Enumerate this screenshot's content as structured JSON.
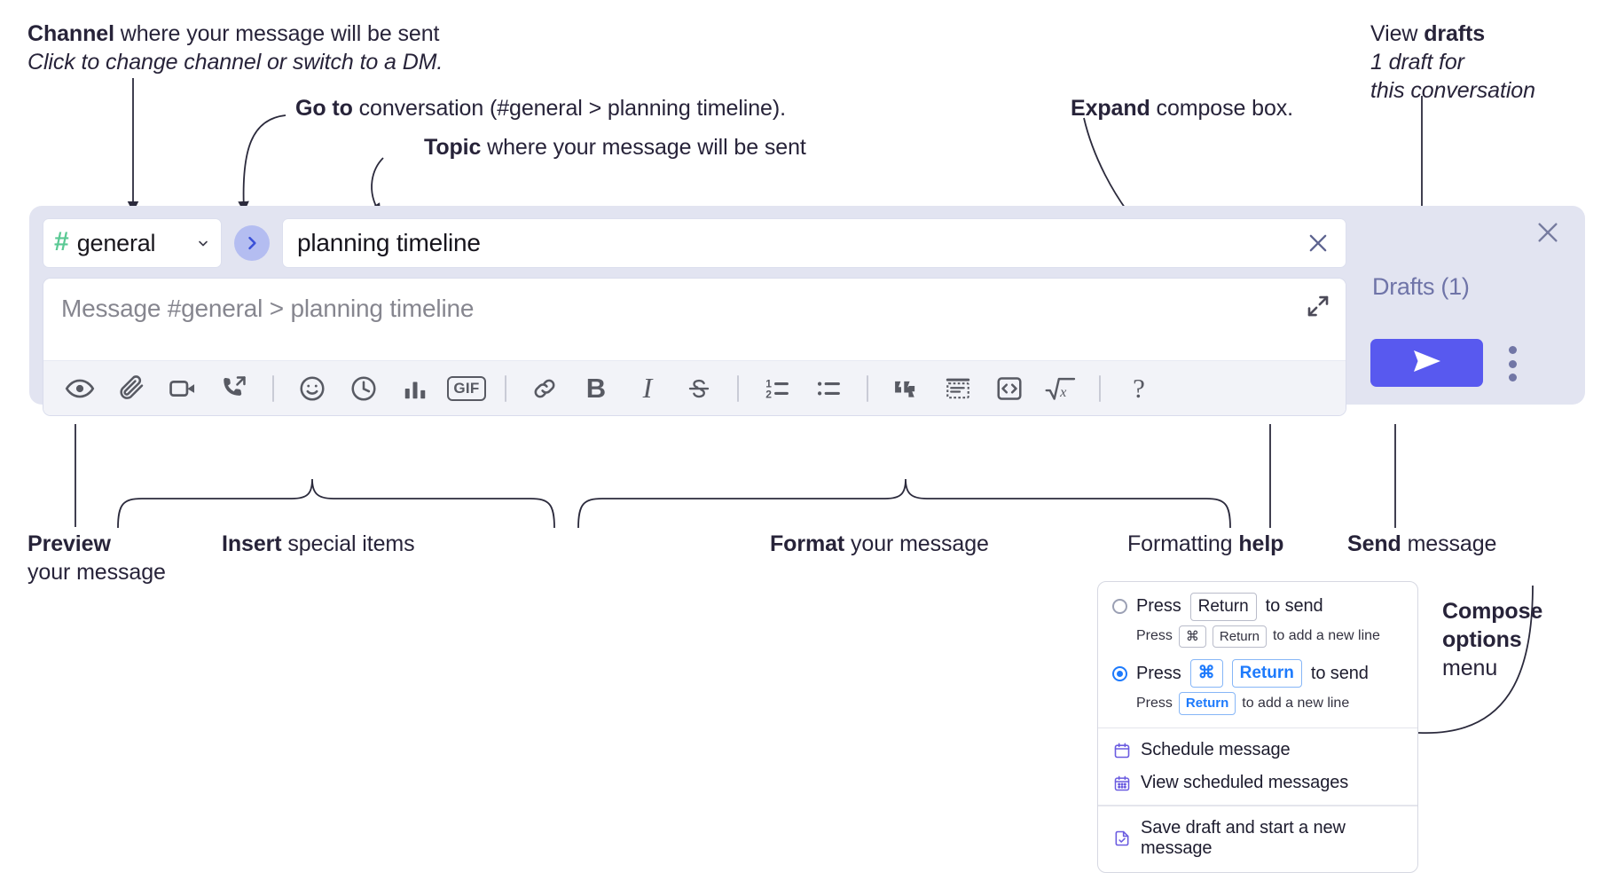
{
  "annotations": {
    "channel": {
      "line1_bold": "Channel",
      "line1_rest": " where your message will be sent",
      "line2_italic": "Click to change channel or switch to a DM."
    },
    "goto": {
      "bold": "Go to",
      "rest": " conversation (#general > planning timeline)."
    },
    "topic": {
      "bold": "Topic",
      "rest": " where your message will be sent"
    },
    "expand": {
      "bold": "Expand",
      "rest": " compose box."
    },
    "drafts": {
      "line1_plain": "View ",
      "line1_bold": "drafts",
      "line2_italic": "1 draft for",
      "line3_italic": "this conversation"
    },
    "preview": {
      "line1_bold": "Preview",
      "line2": "your message"
    },
    "insert": {
      "bold": "Insert",
      "rest": " special items"
    },
    "format": {
      "bold": "Format",
      "rest": " your message"
    },
    "help": {
      "plain": "Formatting ",
      "bold": "help"
    },
    "send": {
      "bold": "Send",
      "rest": " message"
    },
    "compose_options": {
      "line1_bold": "Compose",
      "line2_bold": "options",
      "line3": "menu"
    }
  },
  "compose": {
    "channel": {
      "hash": "#",
      "name": "general",
      "chevron_icon": "chevron-down-icon"
    },
    "goto_icon": "chevron-right-icon",
    "topic": {
      "value": "planning timeline",
      "clear_icon": "close-icon"
    },
    "message": {
      "placeholder": "Message #general > planning timeline",
      "expand_icon": "expand-icon"
    },
    "toolbar": [
      {
        "name": "preview-icon",
        "label": "Preview"
      },
      {
        "name": "attachment-icon",
        "label": "Attach file"
      },
      {
        "name": "video-camera-icon",
        "label": "Record video clip"
      },
      {
        "name": "phone-forward-icon",
        "label": "Record audio clip"
      },
      {
        "name": "separator",
        "label": ""
      },
      {
        "name": "emoji-icon",
        "label": "Emoji"
      },
      {
        "name": "clock-icon",
        "label": "Reminder"
      },
      {
        "name": "bar-chart-icon",
        "label": "Poll"
      },
      {
        "name": "gif-icon",
        "label": "GIF"
      },
      {
        "name": "separator",
        "label": ""
      },
      {
        "name": "link-icon",
        "label": "Link"
      },
      {
        "name": "bold-icon",
        "label": "B"
      },
      {
        "name": "italic-icon",
        "label": "I"
      },
      {
        "name": "strikethrough-icon",
        "label": "Strikethrough"
      },
      {
        "name": "separator",
        "label": ""
      },
      {
        "name": "ordered-list-icon",
        "label": "Ordered list"
      },
      {
        "name": "bulleted-list-icon",
        "label": "Bulleted list"
      },
      {
        "name": "separator",
        "label": ""
      },
      {
        "name": "blockquote-icon",
        "label": "Blockquote"
      },
      {
        "name": "code-block-icon",
        "label": "Code block"
      },
      {
        "name": "code-inline-icon",
        "label": "Code"
      },
      {
        "name": "math-icon",
        "label": "Math"
      },
      {
        "name": "separator",
        "label": ""
      },
      {
        "name": "help-icon",
        "label": "?"
      }
    ],
    "right": {
      "close_icon": "close-icon",
      "drafts_label": "Drafts (1)",
      "send_icon": "send-paper-plane-icon",
      "kebab_icon": "more-options-icon"
    }
  },
  "popup": {
    "option1": {
      "selected": false,
      "press": "Press",
      "key": "Return",
      "suffix": "to send",
      "sub_press": "Press",
      "sub_key1": "⌘",
      "sub_key2": "Return",
      "sub_suffix": "to add a new line"
    },
    "option2": {
      "selected": true,
      "press": "Press",
      "key1": "⌘",
      "key2": "Return",
      "suffix": "to send",
      "sub_press": "Press",
      "sub_key": "Return",
      "sub_suffix": "to add a new line"
    },
    "items": [
      {
        "icon": "calendar-schedule-icon",
        "label": "Schedule message"
      },
      {
        "icon": "calendar-grid-icon",
        "label": "View scheduled messages"
      },
      {
        "icon": "save-draft-icon",
        "label": "Save draft and start a new message"
      }
    ]
  },
  "colors": {
    "panel_bg": "#e2e4f1",
    "send_button": "#5859ef",
    "hash_green": "#5ac994",
    "goto_circle": "#b4bdf1",
    "drafts_text": "#6f74a8",
    "accent_blue": "#1d7afc",
    "menu_icon_purple": "#6a5be0"
  }
}
